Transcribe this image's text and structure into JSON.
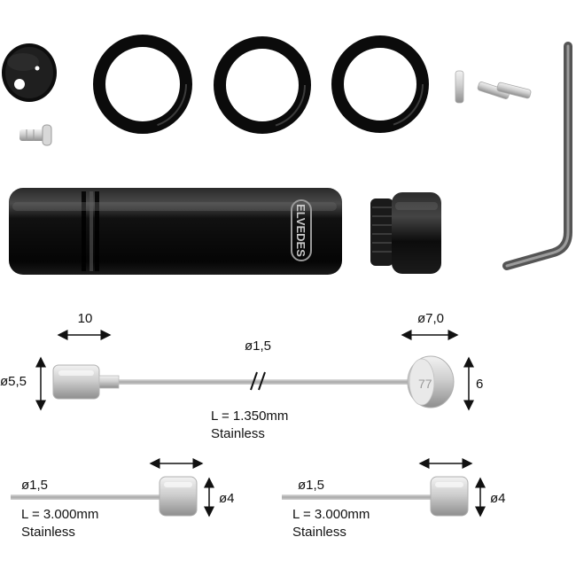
{
  "product": {
    "brand_logo": "ELVEDES",
    "colors": {
      "body": "#0b0b0b",
      "highlight": "#3a3a3a",
      "cable": "#b8b8b8",
      "arrow": "#111111"
    }
  },
  "top_cable": {
    "length_dim": "10",
    "head_right_dim": "ø7,0",
    "wire_dim": "ø1,5",
    "head_left_height": "ø5,5",
    "head_right_height": "6",
    "length_label": "L = 1.350mm",
    "material": "Stainless"
  },
  "bottom_left_cable": {
    "wire_dim": "ø1,5",
    "head_height": "ø4",
    "length_label": "L = 3.000mm",
    "material": "Stainless"
  },
  "bottom_right_cable": {
    "wire_dim": "ø1,5",
    "head_height": "ø4",
    "length_label": "L = 3.000mm",
    "material": "Stainless"
  }
}
